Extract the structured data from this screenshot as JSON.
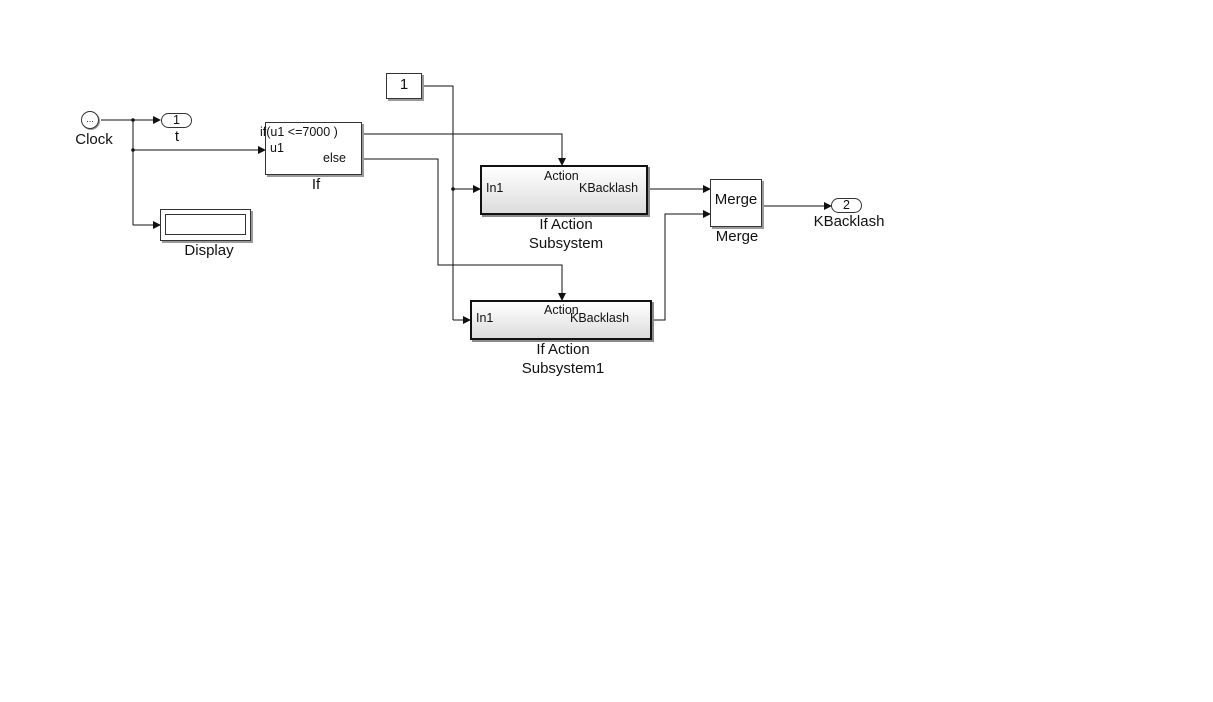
{
  "blocks": {
    "clock": {
      "label": "Clock",
      "icon_text": "..."
    },
    "out_t": {
      "port": "1",
      "label": "t"
    },
    "display": {
      "label": "Display"
    },
    "constant": {
      "value": "1"
    },
    "if_block": {
      "label": "If",
      "condition": "if(u1 <=7000 )",
      "input": "u1",
      "else_port": "else"
    },
    "if_action_1": {
      "label_line1": "If Action",
      "label_line2": "Subsystem",
      "in_port": "In1",
      "action_port": "Action",
      "out_port": "KBacklash"
    },
    "if_action_2": {
      "label_line1": "If Action",
      "label_line2": "Subsystem1",
      "in_port": "In1",
      "action_port": "Action",
      "out_port": "KBacklash"
    },
    "merge": {
      "label": "Merge",
      "inner": "Merge"
    },
    "out_kbacklash": {
      "port": "2",
      "label": "KBacklash"
    }
  }
}
